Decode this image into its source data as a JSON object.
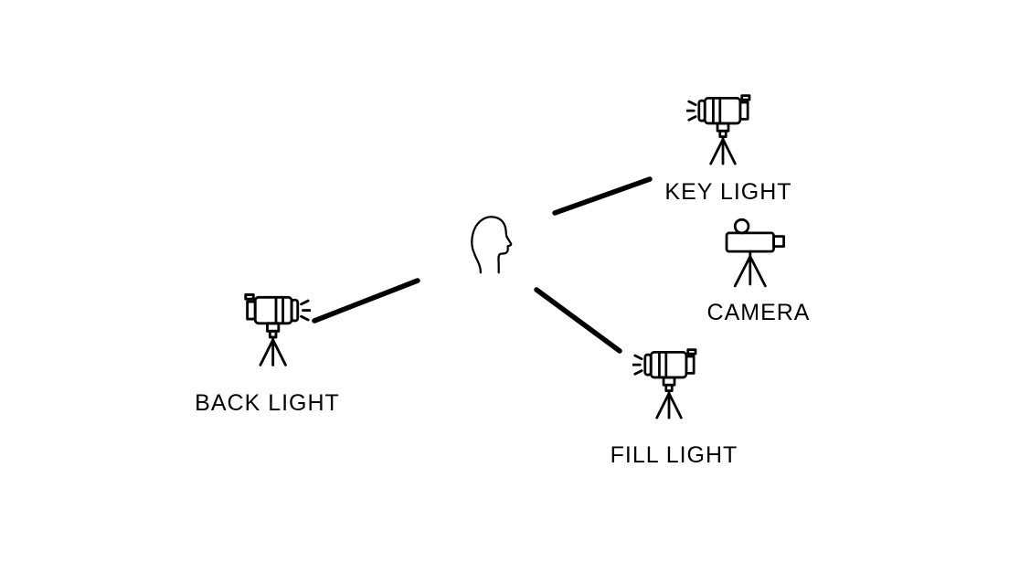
{
  "diagram": {
    "type": "three-point-lighting-setup",
    "background": "#ffffff",
    "stroke_color": "#000000",
    "nodes": [
      {
        "id": "subject",
        "icon": "person-head-icon",
        "label": ""
      },
      {
        "id": "key-light",
        "icon": "studio-light-icon",
        "label": "KEY LIGHT"
      },
      {
        "id": "camera",
        "icon": "video-camera-icon",
        "label": "CAMERA"
      },
      {
        "id": "back-light",
        "icon": "studio-light-icon",
        "label": "BACK LIGHT"
      },
      {
        "id": "fill-light",
        "icon": "studio-light-icon",
        "label": "FILL LIGHT"
      }
    ],
    "connections": [
      {
        "from": "subject",
        "to": "key-light"
      },
      {
        "from": "subject",
        "to": "back-light"
      },
      {
        "from": "subject",
        "to": "fill-light"
      }
    ]
  }
}
